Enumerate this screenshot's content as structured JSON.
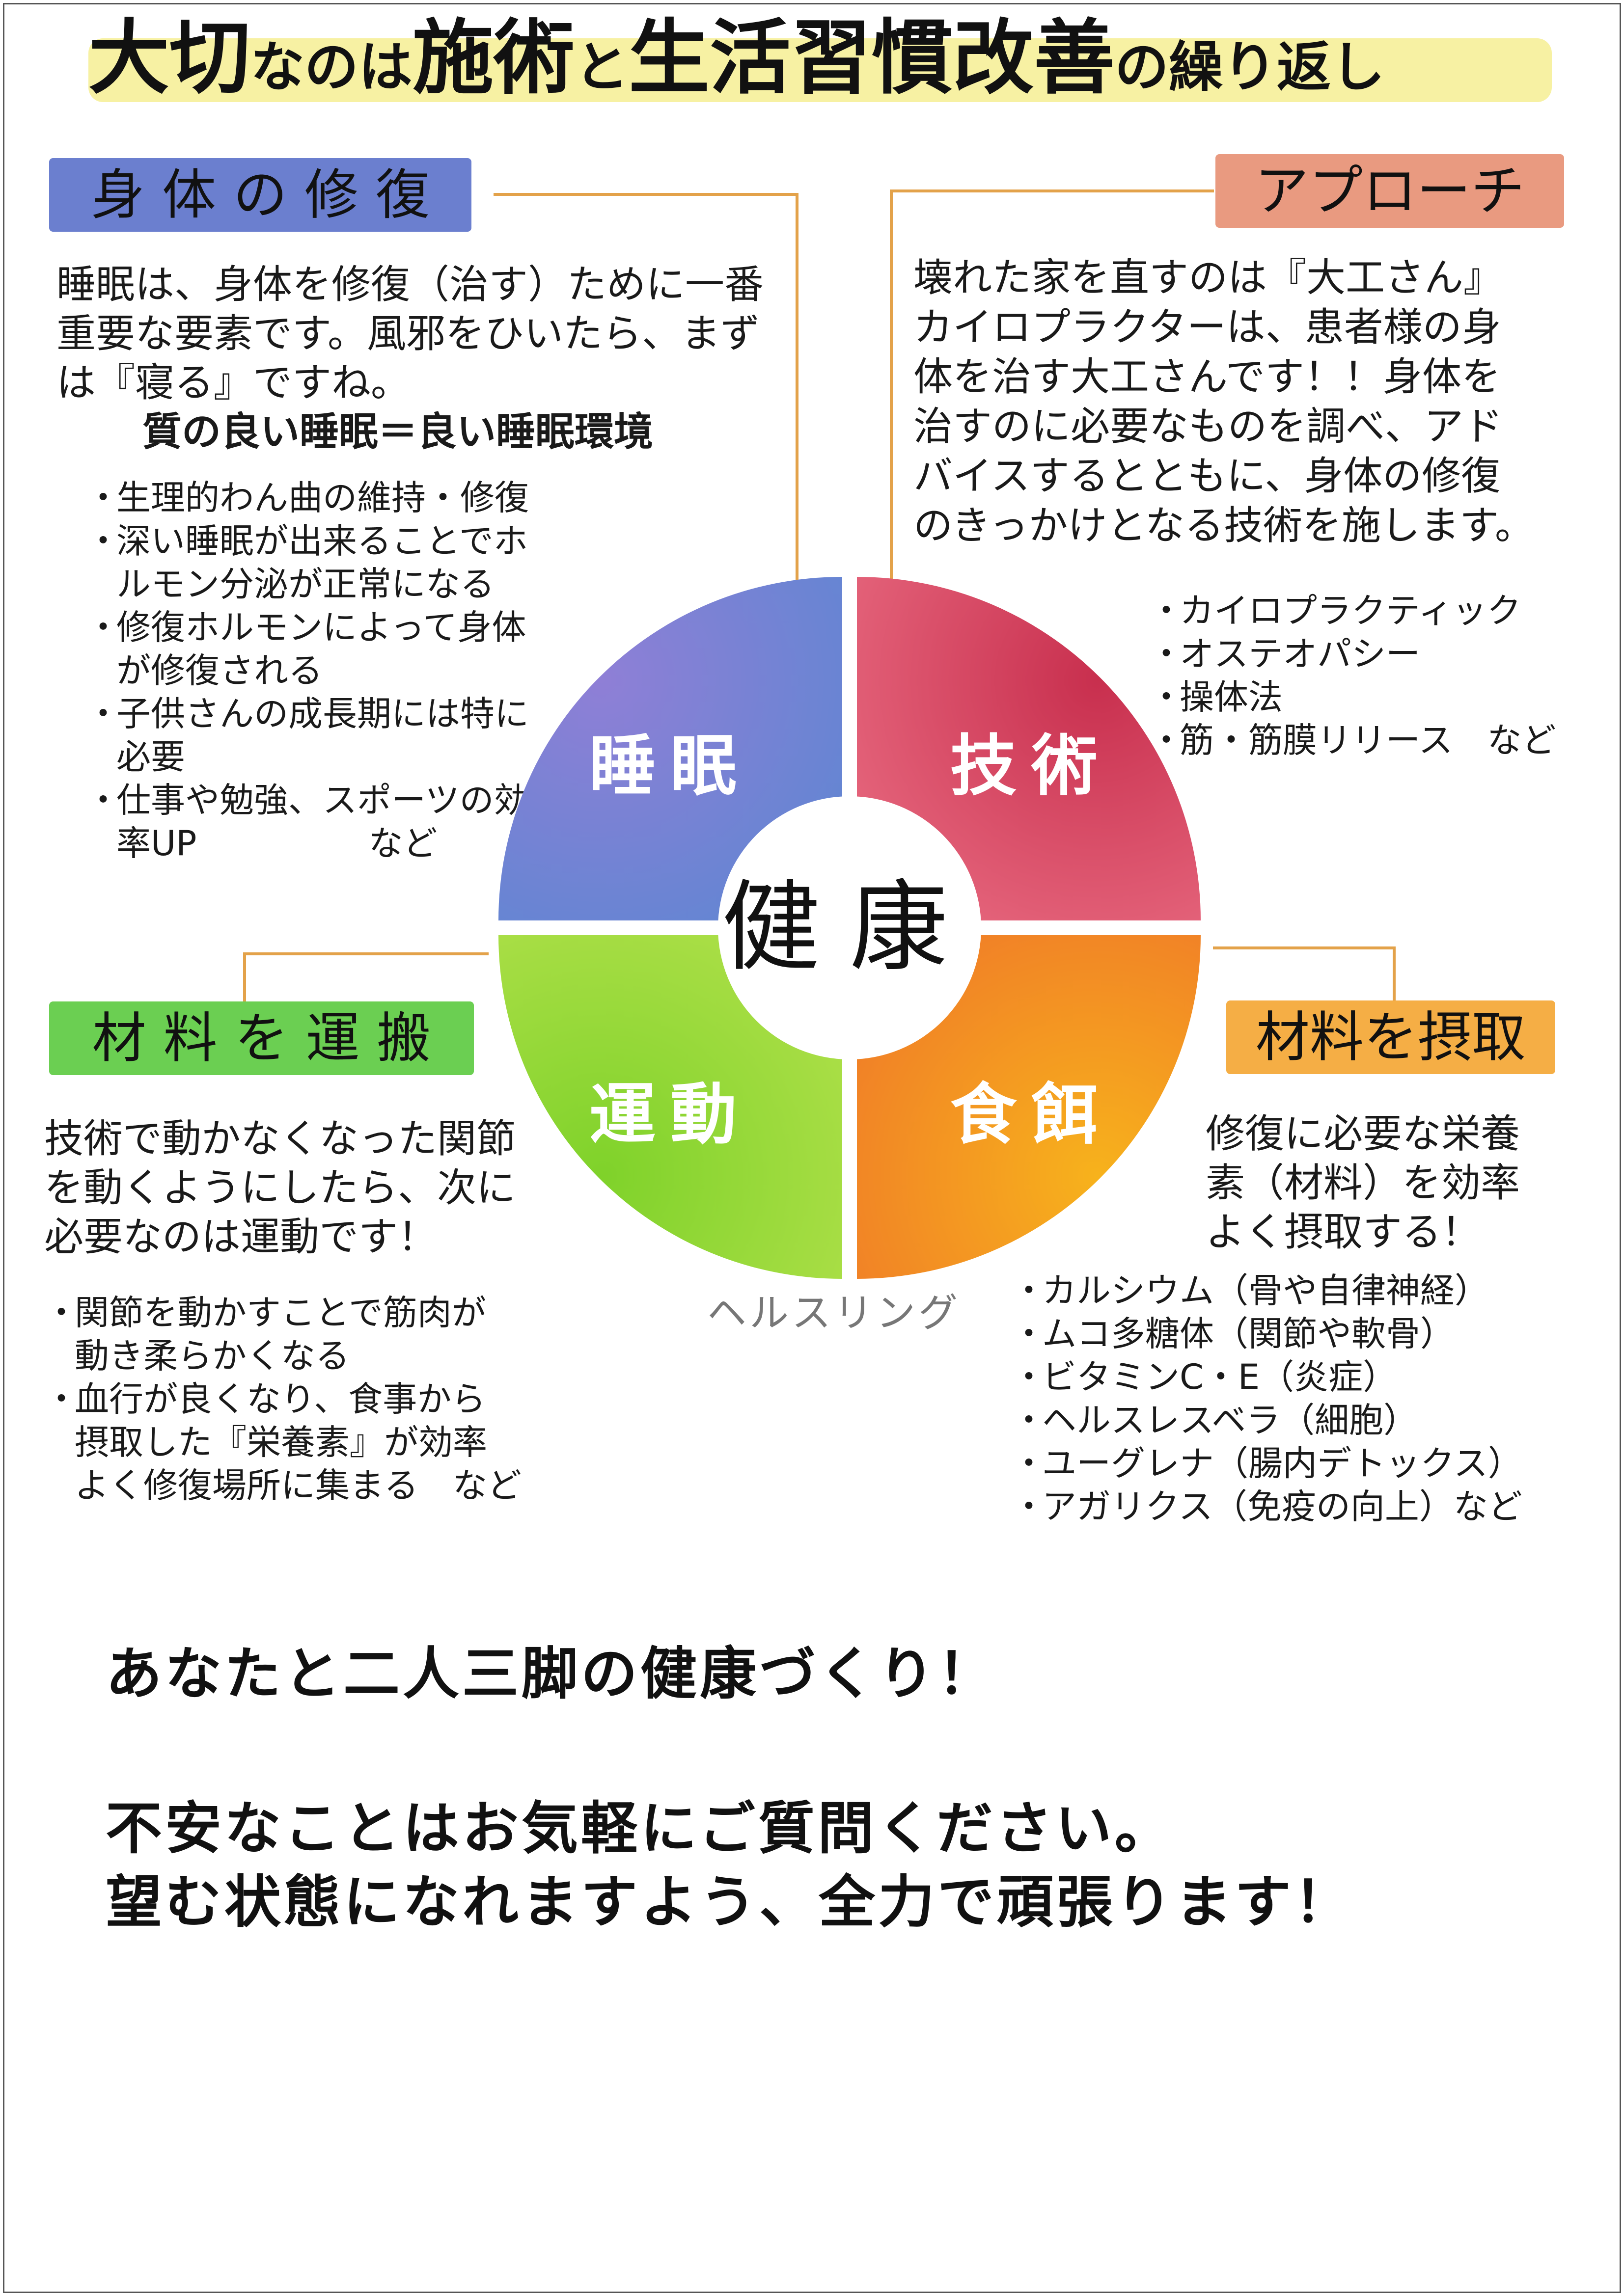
{
  "title": {
    "part1": "大切",
    "part2": "なのは",
    "part3": "施術",
    "part4": "と",
    "part5": "生活習慣改善",
    "part6": "の",
    "part7": "繰り返し"
  },
  "sleep": {
    "header": "身 体 の 修 復",
    "lines": [
      "睡眠は、身体を修復（治す）ために一番",
      "重要な要素です。風邪をひいたら、まず",
      "は『寝る』ですね。"
    ],
    "emphasis": "質の良い睡眠＝良い睡眠環境",
    "bullets": [
      [
        "生理的わん曲の維持・修復"
      ],
      [
        "深い睡眠が出来ることでホ",
        "ルモン分泌が正常になる"
      ],
      [
        "修復ホルモンによって身体",
        "が修復される"
      ],
      [
        "子供さんの成長期には特に",
        "必要"
      ],
      [
        "仕事や勉強、スポーツの効",
        "率UP　　　　　など"
      ]
    ]
  },
  "approach": {
    "header": "アプローチ",
    "lines": [
      "壊れた家を直すのは『大工さん』",
      "カイロプラクターは、患者様の身",
      "体を治す大工さんです！！身体を",
      "治すのに必要なものを調べ、アド",
      "バイスするとともに、身体の修復",
      "のきっかけとなる技術を施します。"
    ],
    "bullets": [
      "カイロプラクティック",
      "オステオパシー",
      "操体法",
      "筋・筋膜リリース　など"
    ]
  },
  "movement": {
    "header": "材 料 を 運 搬",
    "lines": [
      "技術で動かなくなった関節",
      "を動くようにしたら、次に",
      "必要なのは運動です！"
    ],
    "bullets": [
      [
        "関節を動かすことで筋肉が",
        "動き柔らかくなる"
      ],
      [
        "血行が良くなり、食事から",
        "摂取した『栄養素』が効率",
        "よく修復場所に集まる　など"
      ]
    ]
  },
  "intake": {
    "header": "材料を摂取",
    "lines": [
      "修復に必要な栄養",
      "素（材料）を効率",
      "よく摂取する！"
    ],
    "bullets": [
      "カルシウム（骨や自律神経）",
      "ムコ多糖体（関節や軟骨）",
      "ビタミンC・E（炎症）",
      "ヘルスレスベラ（細胞）",
      "ユーグレナ（腸内デトックス）",
      "アガリクス（免疫の向上）など"
    ]
  },
  "ring": {
    "top_left": "睡眠",
    "top_right": "技術",
    "bottom_left": "運動",
    "bottom_right": "食餌",
    "center": "健康",
    "caption": "ヘルスリング",
    "colors": {
      "sleep": "#6b78d0",
      "technique": "#d9405e",
      "movement": "#8ad82e",
      "food": "#f29a1e"
    }
  },
  "closing": {
    "line1": "あなたと二人三脚の健康づくり！",
    "line2": "不安なことはお気軽にご質問ください。",
    "line3": "望む状態になれますよう、全力で頑張ります！"
  }
}
